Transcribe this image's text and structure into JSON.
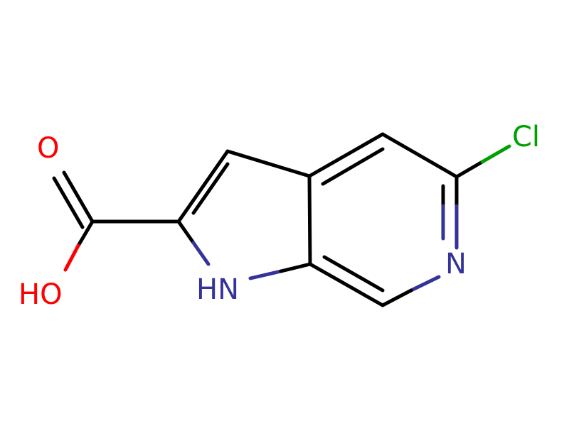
{
  "molecule": {
    "atoms": {
      "o_carbonyl": "O",
      "o_hydroxyl": "HO",
      "n_pyrrole": "HN",
      "n_pyridine": "N",
      "cl": "Cl"
    },
    "colors": {
      "bond": "#000000",
      "oxygen": "#ff0000",
      "nitrogen": "#33339a",
      "chlorine": "#00a000"
    }
  }
}
